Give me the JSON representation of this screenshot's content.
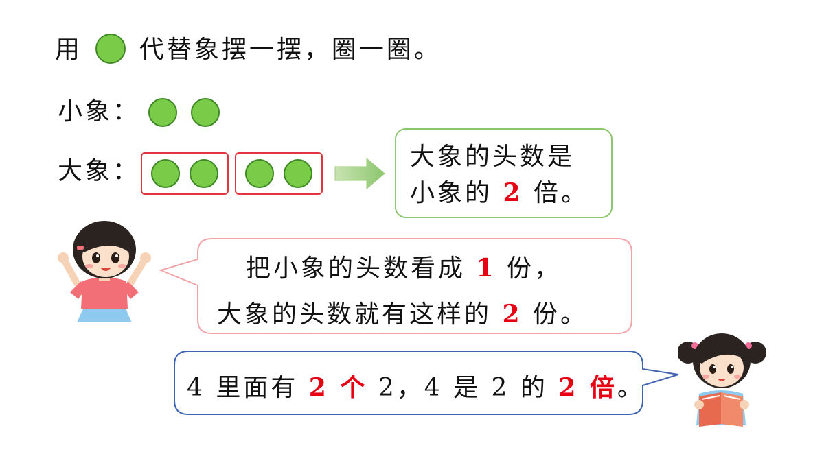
{
  "instruction": {
    "prefix": "用",
    "icon": "green-circle",
    "suffix": "代替象摆一摆，圈一圈。"
  },
  "rows": {
    "small_label": "小象：",
    "small_count": 2,
    "big_label": "大象：",
    "big_groups": 2,
    "big_per_group": 2
  },
  "result_box": {
    "line1": "大象的头数是",
    "line2_pre": "小象的 ",
    "line2_num": "2",
    "line2_post": " 倍。"
  },
  "girl1_bubble": {
    "line1_pre": "把小象的头数看成 ",
    "line1_num": "1",
    "line1_post": " 份，",
    "line2_pre": "大象的头数就有这样的 ",
    "line2_num": "2",
    "line2_post": " 份。"
  },
  "girl2_bubble": {
    "p1": "4 里面有 ",
    "r1": "2 个",
    "p2": " 2，4 是 2 的 ",
    "r2": "2 倍",
    "p3": "。"
  },
  "colors": {
    "dot_fill": "#79cb48",
    "group_border": "#e4343f",
    "highlight": "#e60012",
    "green_box": "#8cc66e",
    "pink_box": "#f0a4a8",
    "blue_box": "#3f63b0"
  }
}
